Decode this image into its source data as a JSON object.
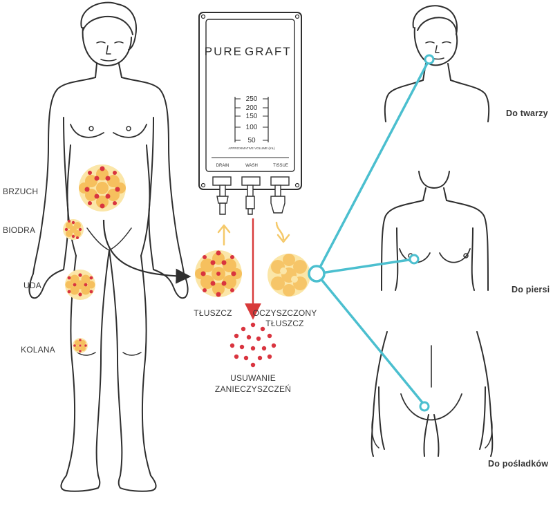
{
  "device": {
    "brand_left": "PURE",
    "brand_right": "GRAFT",
    "scale": [
      "250",
      "200",
      "150",
      "100",
      "50"
    ],
    "scale_caption": "APPROXIMATIVE VOLUME (mL)",
    "ports": [
      "DRAIN",
      "WASH",
      "TISSUE"
    ]
  },
  "harvest_sites": [
    "BRZUCH",
    "BIODRA",
    "UDA",
    "KOLANA"
  ],
  "process": {
    "fat_label": "TŁUSZCZ",
    "clean_fat_label_1": "OCZYSZCZONY",
    "clean_fat_label_2": "TŁUSZCZ",
    "impurities_label_1": "USUWANIE",
    "impurities_label_2": "ZANIECZYSZCZEŃ"
  },
  "destinations": [
    "Do twarzy",
    "Do piersi",
    "Do pośladków"
  ],
  "colors": {
    "line": "#4bbfcf",
    "fat_light": "#fbe6a8",
    "fat_mid": "#f6c05e",
    "impurity": "#d9343f",
    "arrow_red": "#d83a3a",
    "arrow_yellow": "#f5c96a",
    "outline": "#2f2f2f"
  }
}
